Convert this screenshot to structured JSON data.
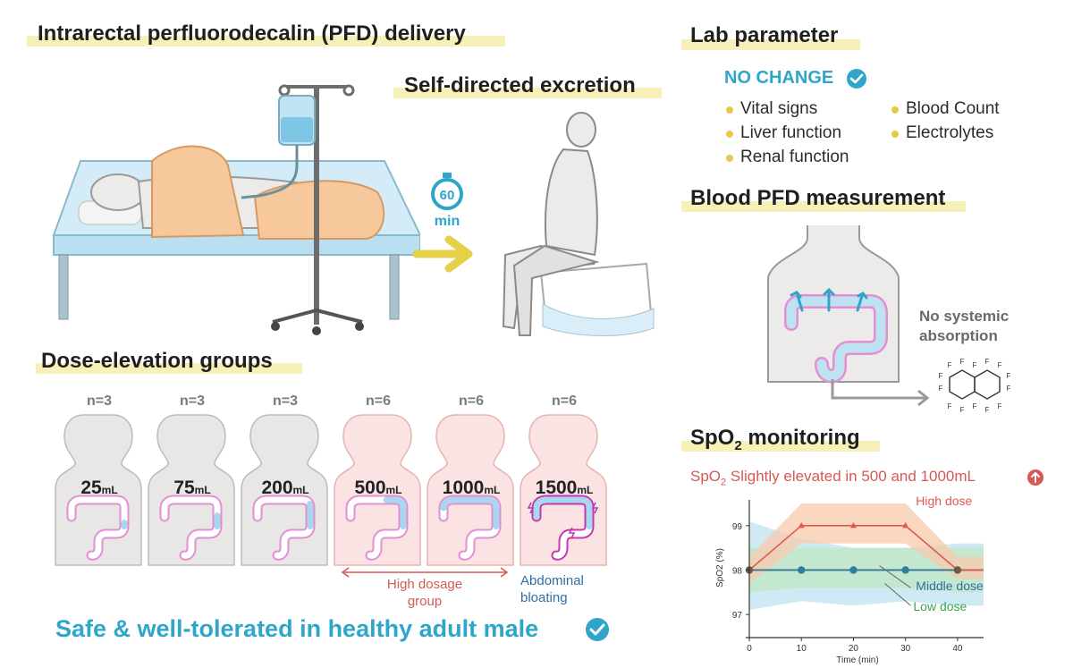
{
  "delivery": {
    "title": "Intrarectal perfluorodecalin (PFD) delivery"
  },
  "excretion": {
    "title": "Self-directed excretion",
    "timer_value": "60",
    "timer_unit": "min"
  },
  "lab": {
    "title": "Lab parameter",
    "status": "NO CHANGE",
    "left_items": [
      "Vital signs",
      "Liver function",
      "Renal function"
    ],
    "right_items": [
      "Blood Count",
      "Electrolytes"
    ]
  },
  "blood": {
    "title": "Blood PFD measurement",
    "note_line1": "No systemic",
    "note_line2": "absorption",
    "molecule_atom": "F"
  },
  "dose_groups": {
    "title": "Dose-elevation groups",
    "groups": [
      {
        "n": "n=3",
        "dose": "25",
        "unit": "mL"
      },
      {
        "n": "n=3",
        "dose": "75",
        "unit": "mL"
      },
      {
        "n": "n=3",
        "dose": "200",
        "unit": "mL"
      },
      {
        "n": "n=6",
        "dose": "500",
        "unit": "mL"
      },
      {
        "n": "n=6",
        "dose": "1000",
        "unit": "mL"
      },
      {
        "n": "n=6",
        "dose": "1500",
        "unit": "mL"
      }
    ],
    "high_label_line1": "High dosage",
    "high_label_line2": "group",
    "bloating_line1": "Abdominal",
    "bloating_line2": "bloating"
  },
  "conclusion": "Safe & well-tolerated in healthy adult male",
  "spo2": {
    "title_prefix": "SpO",
    "title_sub": "2",
    "title_suffix": " monitoring",
    "note_prefix": "SpO",
    "note_sub": "2",
    "note_suffix": " Slightly elevated in 500 and 1000mL"
  },
  "colors": {
    "accent_blue": "#2fa6c9",
    "highlight": "#f7f0b8",
    "high_dose": "#e0574f",
    "middle_dose": "#2f6fa6",
    "low_dose": "#3aa64a",
    "dot_yellow": "#e7c84a"
  },
  "chart_data": {
    "type": "line",
    "xlabel": "Time (min)",
    "ylabel": "SpO2 (%)",
    "x": [
      0,
      10,
      20,
      30,
      40
    ],
    "xticks": [
      0,
      10,
      20,
      30,
      40
    ],
    "yticks": [
      97,
      98,
      99
    ],
    "xlim": [
      0,
      45
    ],
    "ylim": [
      96.6,
      99.5
    ],
    "series": [
      {
        "name": "High dose",
        "values": [
          98,
          99,
          99,
          99,
          98
        ],
        "band_low": [
          97.7,
          98.6,
          98.6,
          98.6,
          97.8
        ],
        "band_high": [
          98.3,
          99.5,
          99.5,
          99.5,
          98.3
        ]
      },
      {
        "name": "Middle dose",
        "values": [
          98,
          98,
          98,
          98,
          98
        ],
        "band_low": [
          97.1,
          97.3,
          97.2,
          97.3,
          97.2
        ],
        "band_high": [
          99.1,
          98.7,
          98.5,
          98.5,
          98.6
        ]
      },
      {
        "name": "Low dose",
        "values": [
          98,
          98,
          98,
          98,
          98
        ],
        "band_low": [
          97.5,
          97.6,
          97.6,
          97.6,
          97.5
        ],
        "band_high": [
          98.5,
          98.5,
          98.5,
          98.5,
          98.5
        ]
      }
    ]
  }
}
